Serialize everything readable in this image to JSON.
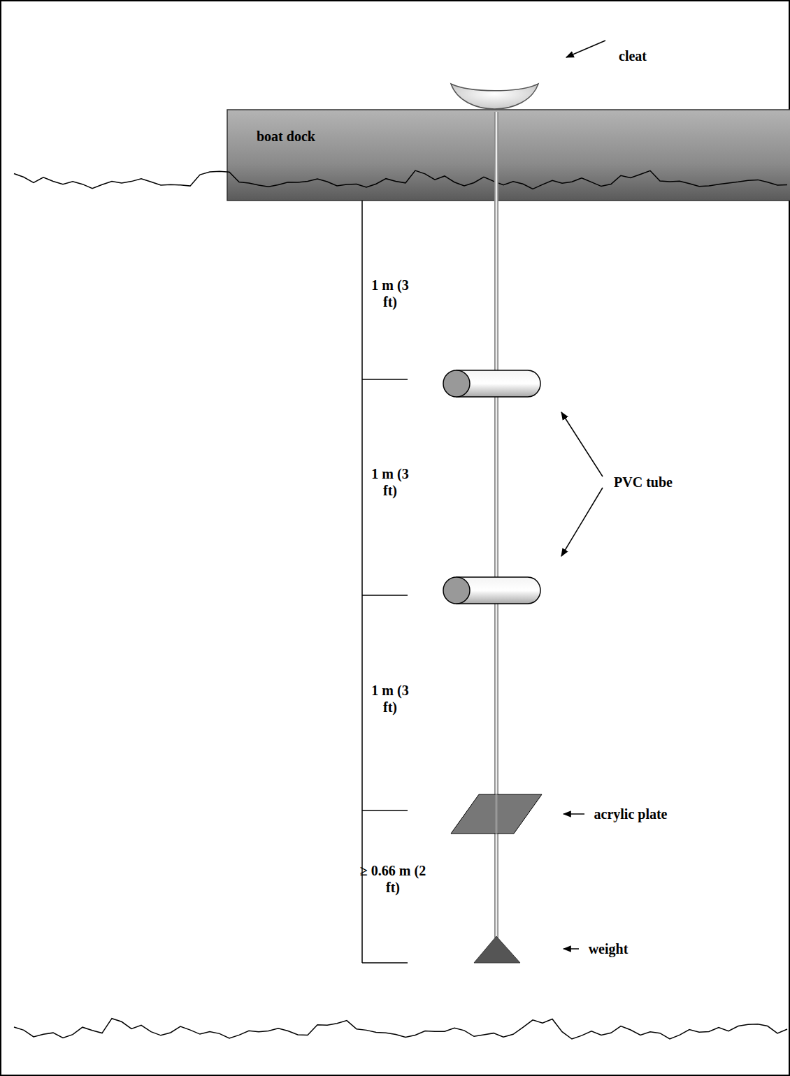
{
  "diagram": {
    "nodes": [
      {
        "text": [
          "boat dock"
        ]
      }
    ],
    "labels": [
      "cleat",
      "1 m (3 ft)",
      "1 m (3 ft)",
      "PVC tube",
      "1 m (3 ft)",
      "acrylic plate",
      "≥ 0.66 m (2 ft)",
      "weight"
    ]
  }
}
